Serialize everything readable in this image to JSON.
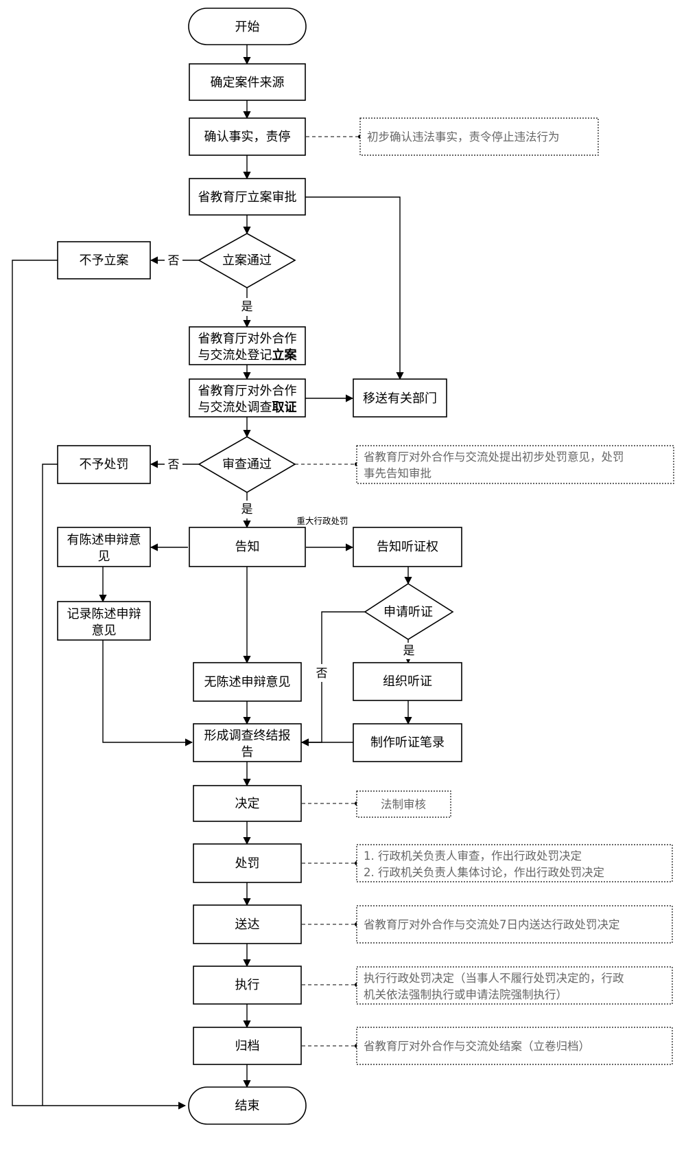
{
  "nodes": {
    "start": "开始",
    "source": "确定案件来源",
    "confirm": "确认事实，责停",
    "approve": "省教育厅立案审批",
    "filing_pass": "立案通过",
    "no_filing": "不予立案",
    "register_l1": "省教育厅对外合作",
    "register_l2a": "与交流处登记",
    "register_l2b": "立案",
    "investigate_l1": "省教育厅对外合作",
    "investigate_l2a": "与交流处调查",
    "investigate_l2b": "取证",
    "transfer": "移送有关部门",
    "review_pass": "审查通过",
    "no_penalty": "不予处罚",
    "notify": "告知",
    "has_defense_l1": "有陈述申辩意",
    "has_defense_l2": "见",
    "record_defense_l1": "记录陈述申辩",
    "record_defense_l2": "意见",
    "notify_hearing": "告知听证权",
    "apply_hearing": "申请听证",
    "organize_hearing": "组织听证",
    "no_defense": "无陈述申辩意见",
    "hearing_record": "制作听证笔录",
    "final_report_l1": "形成调查终结报",
    "final_report_l2": "告",
    "decide": "决定",
    "punish": "处罚",
    "deliver": "送达",
    "execute": "执行",
    "archive": "归档",
    "end": "结束"
  },
  "edge_labels": {
    "no_1": "否",
    "yes_1": "是",
    "no_2": "否",
    "yes_2": "是",
    "major_penalty": "重大行政处罚",
    "yes_3": "是",
    "no_3": "否"
  },
  "notes": {
    "confirm": "初步确认违法事实，责令停止违法行为",
    "review_l1": "省教育厅对外合作与交流处提出初步处罚意见，处罚",
    "review_l2": "事先告知审批",
    "decide": "法制审核",
    "punish_l1": "1. 行政机关负责人审查，作出行政处罚决定",
    "punish_l2": "2. 行政机关负责人集体讨论，作出行政处罚决定",
    "deliver": "省教育厅对外合作与交流处7日内送达行政处罚决定",
    "execute_l1": "执行行政处罚决定（当事人不履行处罚决定的，行政",
    "execute_l2": "机关依法强制执行或申请法院强制执行）",
    "archive": "省教育厅对外合作与交流处结案（立卷归档）"
  },
  "colors": {
    "stroke": "#000000",
    "note_text": "#666666",
    "background": "#ffffff"
  }
}
